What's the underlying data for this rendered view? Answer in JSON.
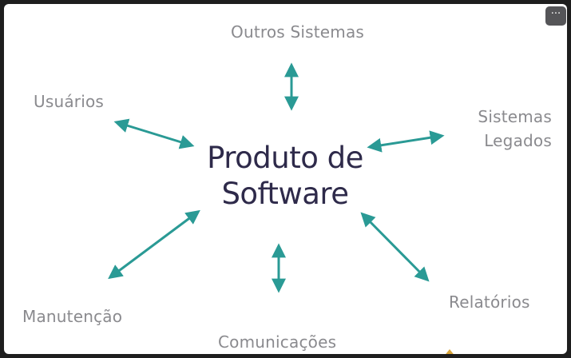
{
  "diagram": {
    "center": {
      "line1": "Produto de",
      "line2": "Software"
    },
    "nodes": {
      "top": "Outros Sistemas",
      "top_left": "Usuários",
      "right_line1": "Sistemas",
      "right_line2": "Legados",
      "bottom_right": "Relatórios",
      "bottom": "Comunicações",
      "bottom_left": "Manutenção"
    },
    "arrow_color": "#2a9a95",
    "center_text_color": "#2e2a4a",
    "node_text_color": "#8a8a8e"
  },
  "toolbar": {
    "more_icon": "more-horizontal-icon",
    "more_label": "···"
  }
}
